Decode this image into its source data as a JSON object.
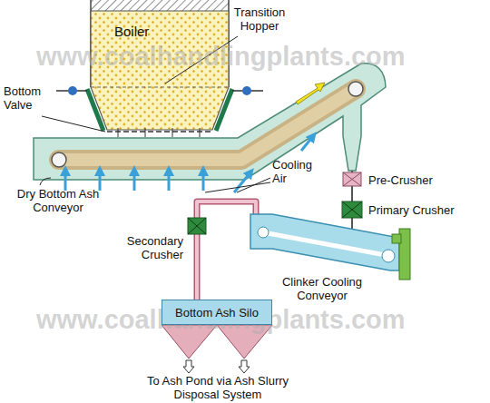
{
  "diagram": {
    "nodes": [
      {
        "text": [
          "Boiler"
        ]
      },
      {
        "text": [
          "Bottom Ash Silo"
        ]
      }
    ],
    "labels": [
      "Transition Hopper",
      "Bottom Valve",
      "Dry Bottom Ash Conveyor",
      "Cooling Air",
      "Pre-Crusher",
      "Primary Crusher",
      "Secondary Crusher",
      "Clinker Cooling Conveyor",
      "To Ash Pond via Ash Slurry Disposal System",
      "www.coalhandlingplants.com",
      "www.coalhandlingplants.com"
    ]
  }
}
